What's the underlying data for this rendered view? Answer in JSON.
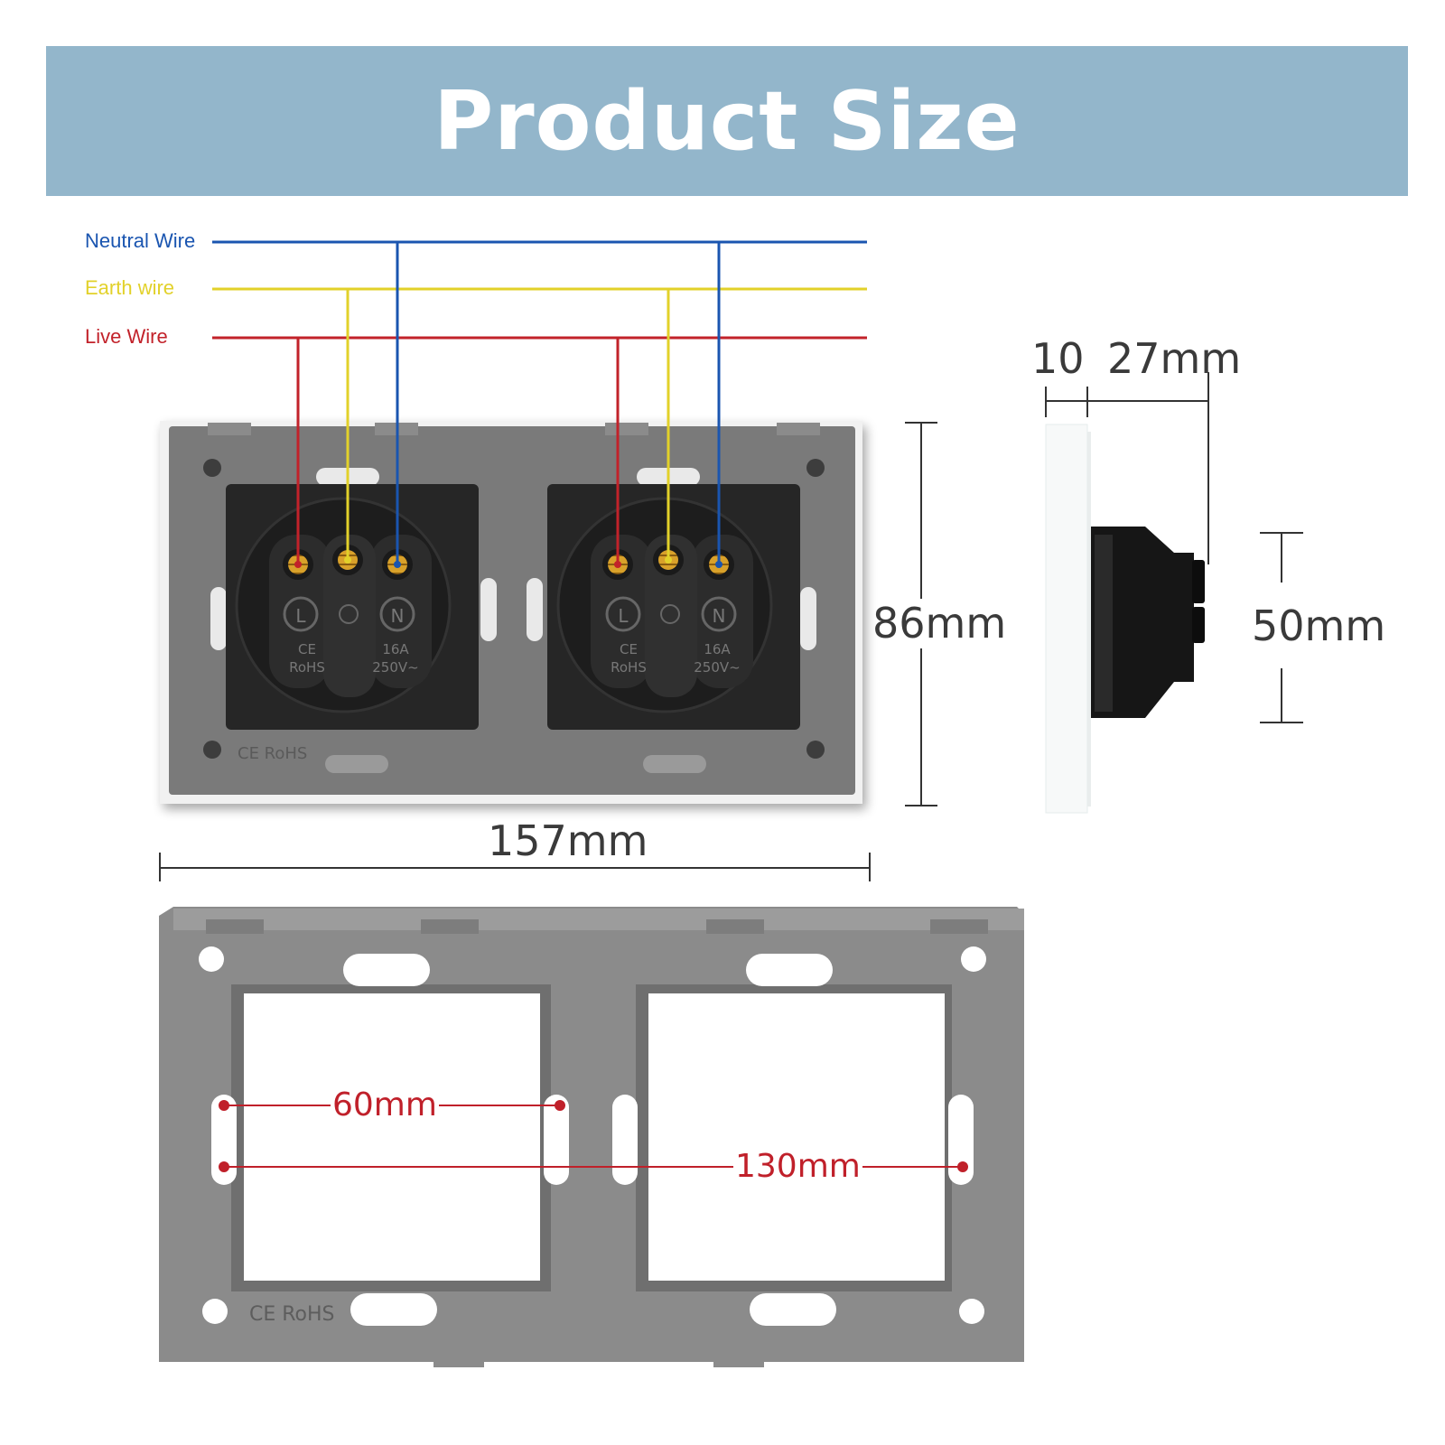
{
  "banner": {
    "title": "Product Size"
  },
  "wiring": {
    "neutral": {
      "label": "Neutral Wire",
      "color": "#1a55b0"
    },
    "earth": {
      "label": "Earth wire",
      "color": "#e2d12a"
    },
    "live": {
      "label": "Live Wire",
      "color": "#c2222a"
    }
  },
  "socket_markings": {
    "live_terminal": "L",
    "neutral_terminal": "N",
    "cert": "CE",
    "rohs": "RoHS",
    "rating_current": "16A",
    "rating_voltage": "250V~",
    "frame_marking": "CE RoHS"
  },
  "dimensions": {
    "width": "157mm",
    "height": "86mm",
    "glass_depth": "10",
    "body_depth": "27mm",
    "module_height": "50mm",
    "hole_spacing_single": "60mm",
    "hole_spacing_double": "130mm"
  }
}
